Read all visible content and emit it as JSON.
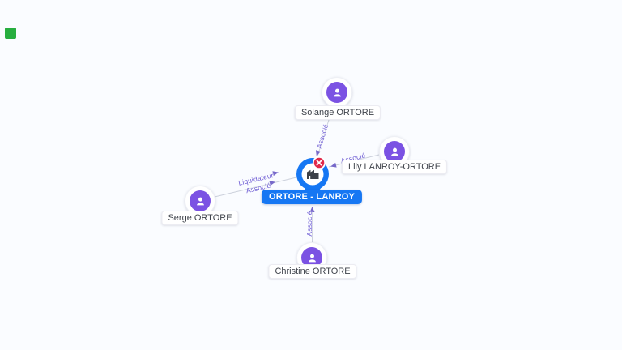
{
  "canvas": {
    "background": "#fafcff"
  },
  "green_square": {
    "color": "#27ae3f"
  },
  "graph": {
    "center_node": {
      "label": "ORTORE - LANROY",
      "type": "company",
      "pin_color": "#1677f3",
      "label_bg_color": "#1677f3",
      "label_text_color": "#ffffff",
      "badge_color": "#e0294a",
      "badge_icon": "close-x",
      "building_icon_color": "#3d4148"
    },
    "person_nodes": [
      {
        "id": "solange",
        "label": "Solange ORTORE"
      },
      {
        "id": "lily",
        "label": "Lily LANROY-ORTORE"
      },
      {
        "id": "serge",
        "label": "Serge ORTORE"
      },
      {
        "id": "christine",
        "label": "Christine ORTORE"
      }
    ],
    "person_node_color": "#7b52e3",
    "edges": [
      {
        "from": "solange",
        "to": "center",
        "labels": [
          "Associé"
        ]
      },
      {
        "from": "lily",
        "to": "center",
        "labels": [
          "Associé"
        ]
      },
      {
        "from": "serge",
        "to": "center",
        "labels": [
          "Liquidateur",
          "Associé"
        ]
      },
      {
        "from": "christine",
        "to": "center",
        "labels": [
          "Associé"
        ]
      }
    ],
    "edge_line_color": "#ccd1dc",
    "edge_label_color": "#6c5bd4",
    "arrow_color": "#7668c9"
  }
}
